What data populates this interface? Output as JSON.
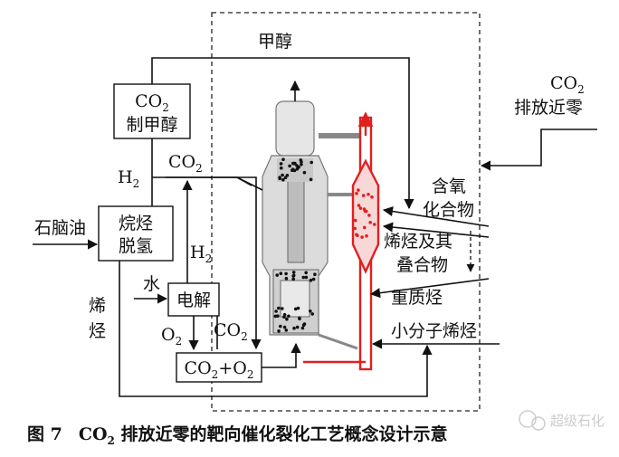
{
  "labels": {
    "methanol": "甲醇",
    "co2_to_methanol": "CO2制甲醇",
    "co2_line1": "CO",
    "co2_line2": "制甲醇",
    "co2": "CO",
    "co2_sub": "2",
    "h2": "H",
    "h2_sub": "2",
    "naphtha": "石脑油",
    "dehydro_1": "烷烃",
    "dehydro_2": "脱氢",
    "olefin_v1": "烯",
    "olefin_v2": "烃",
    "water": "水",
    "electrolysis": "电解",
    "o2": "O",
    "co2_o2": "CO2+O2",
    "co2_zero_1": "CO",
    "co2_zero_2": "排放近零",
    "oxygenates_1": "含氧",
    "oxygenates_2": "化合物",
    "olefin_oligo_1": "烯烃及其",
    "olefin_oligo_2": "叠合物",
    "heavy_hc": "重质烃",
    "small_olefin": "小分子烯烃"
  },
  "caption": {
    "fig_no": "图 7",
    "text_a": "CO",
    "text_sub": "2",
    "text_b": " 排放近零的靶向催化裂化工艺概念设计示意"
  },
  "watermark": "超级石化",
  "colors": {
    "line": "#111111",
    "riser_red": "#e02020",
    "reactor_grey": "#cfcfcf"
  }
}
